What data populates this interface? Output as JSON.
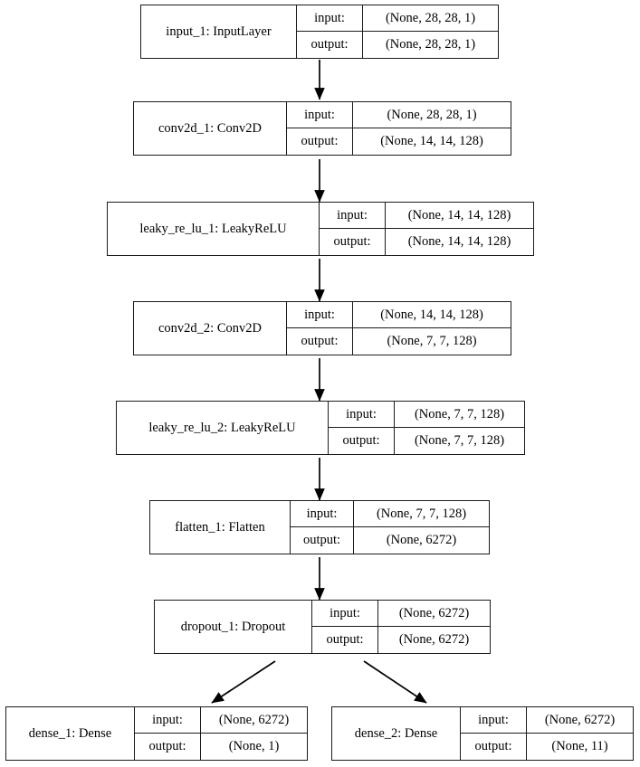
{
  "diagram": {
    "title": "Keras model architecture graph",
    "type": "neural-network-layer-graph",
    "io_labels": {
      "input": "input:",
      "output": "output:"
    },
    "nodes": [
      {
        "id": "input_1",
        "name": "input_1: InputLayer",
        "input_shape": "(None, 28, 28, 1)",
        "output_shape": "(None, 28, 28, 1)"
      },
      {
        "id": "conv2d_1",
        "name": "conv2d_1: Conv2D",
        "input_shape": "(None, 28, 28, 1)",
        "output_shape": "(None, 14, 14, 128)"
      },
      {
        "id": "leaky_re_lu_1",
        "name": "leaky_re_lu_1: LeakyReLU",
        "input_shape": "(None, 14, 14, 128)",
        "output_shape": "(None, 14, 14, 128)"
      },
      {
        "id": "conv2d_2",
        "name": "conv2d_2: Conv2D",
        "input_shape": "(None, 14, 14, 128)",
        "output_shape": "(None, 7, 7, 128)"
      },
      {
        "id": "leaky_re_lu_2",
        "name": "leaky_re_lu_2: LeakyReLU",
        "input_shape": "(None, 7, 7, 128)",
        "output_shape": "(None, 7, 7, 128)"
      },
      {
        "id": "flatten_1",
        "name": "flatten_1: Flatten",
        "input_shape": "(None, 7, 7, 128)",
        "output_shape": "(None, 6272)"
      },
      {
        "id": "dropout_1",
        "name": "dropout_1: Dropout",
        "input_shape": "(None, 6272)",
        "output_shape": "(None, 6272)"
      },
      {
        "id": "dense_1",
        "name": "dense_1: Dense",
        "input_shape": "(None, 6272)",
        "output_shape": "(None, 1)"
      },
      {
        "id": "dense_2",
        "name": "dense_2: Dense",
        "input_shape": "(None, 6272)",
        "output_shape": "(None, 11)"
      }
    ],
    "edges": [
      {
        "from": "input_1",
        "to": "conv2d_1"
      },
      {
        "from": "conv2d_1",
        "to": "leaky_re_lu_1"
      },
      {
        "from": "leaky_re_lu_1",
        "to": "conv2d_2"
      },
      {
        "from": "conv2d_2",
        "to": "leaky_re_lu_2"
      },
      {
        "from": "leaky_re_lu_2",
        "to": "flatten_1"
      },
      {
        "from": "flatten_1",
        "to": "dropout_1"
      },
      {
        "from": "dropout_1",
        "to": "dense_1"
      },
      {
        "from": "dropout_1",
        "to": "dense_2"
      }
    ],
    "colors": {
      "border": "#1b1b1b",
      "background": "#ffffff",
      "edge": "#000000",
      "text": "#000000"
    }
  }
}
